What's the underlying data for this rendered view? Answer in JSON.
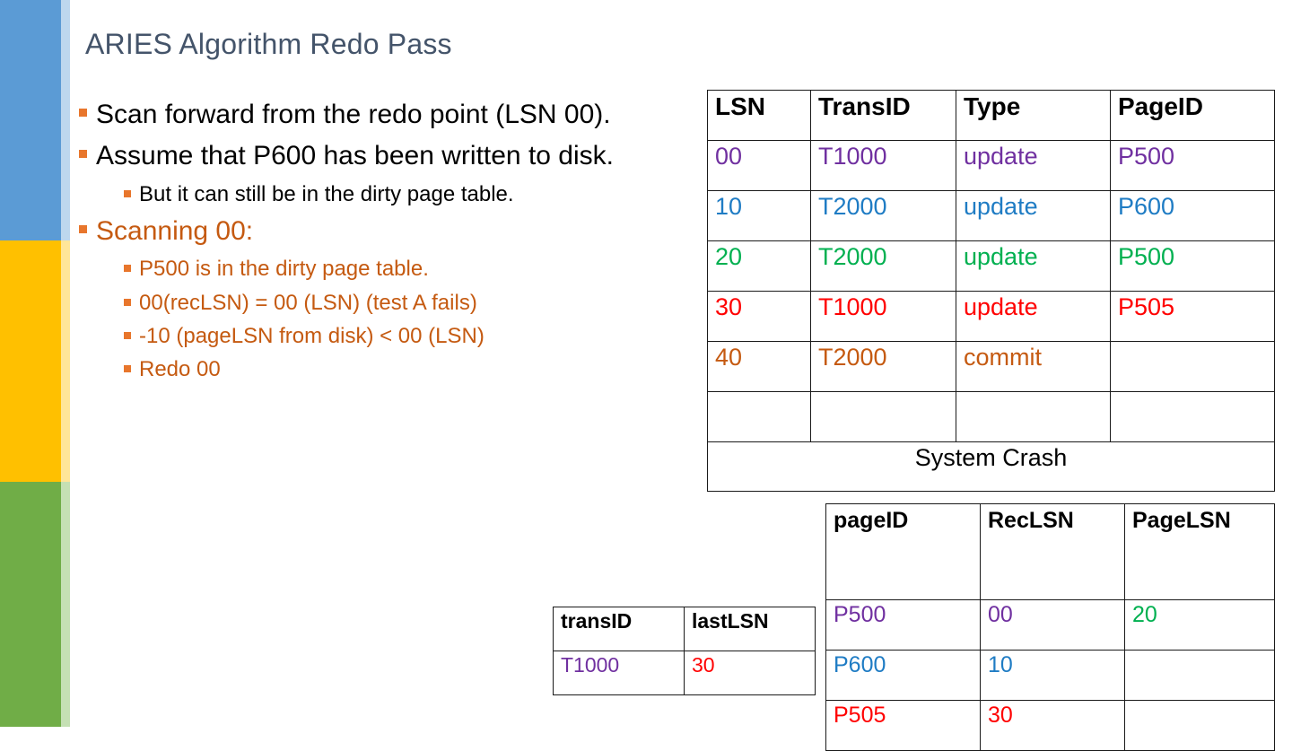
{
  "slide": {
    "title": "ARIES Algorithm Redo Pass",
    "title_color": "#44546A",
    "background": "#FFFFFF"
  },
  "sidebar": {
    "bands": [
      {
        "name": "blue",
        "color": "#5B9BD5",
        "tint": "#BDD7EE"
      },
      {
        "name": "yellow",
        "color": "#FFC000",
        "tint": "#FFE699"
      },
      {
        "name": "green",
        "color": "#70AD47",
        "tint": "#C5E0B4"
      }
    ]
  },
  "bullets": [
    {
      "level": 1,
      "text": "Scan forward from the redo point (LSN 00).",
      "color": "#000000"
    },
    {
      "level": 1,
      "text": "Assume that P600 has been written to disk.",
      "color": "#000000"
    },
    {
      "level": 2,
      "text": "But it can still be in the dirty page table.",
      "color": "#000000"
    },
    {
      "level": 1,
      "text": "Scanning 00:",
      "color": "#C55A11"
    },
    {
      "level": 2,
      "text": "P500 is in the dirty page table.",
      "color": "#C55A11"
    },
    {
      "level": 2,
      "text": "00(recLSN) = 00 (LSN) (test A fails)",
      "color": "#C55A11"
    },
    {
      "level": 2,
      "text": "-10 (pageLSN from disk) < 00 (LSN)",
      "color": "#C55A11"
    },
    {
      "level": 2,
      "text": "Redo 00",
      "color": "#C55A11"
    }
  ],
  "log_table": {
    "headers": [
      "LSN",
      "TransID",
      "Type",
      "PageID"
    ],
    "rows": [
      {
        "cells": [
          "00",
          "T1000",
          "update",
          "P500"
        ],
        "color": "#7030A0"
      },
      {
        "cells": [
          "10",
          "T2000",
          "update",
          "P600"
        ],
        "color": "#1F7CC4"
      },
      {
        "cells": [
          "20",
          "T2000",
          "update",
          "P500"
        ],
        "color": "#00B050"
      },
      {
        "cells": [
          "30",
          "T1000",
          "update",
          "P505"
        ],
        "color": "#FF0000"
      },
      {
        "cells": [
          "40",
          "T2000",
          "commit",
          ""
        ],
        "color": "#C55A11"
      },
      {
        "cells": [
          "",
          "",
          "",
          ""
        ],
        "color": "#000000"
      }
    ],
    "footer": "System Crash"
  },
  "trans_table": {
    "headers": [
      "transID",
      "lastLSN"
    ],
    "rows": [
      {
        "cells": [
          "T1000",
          "30"
        ],
        "cell_colors": [
          "#7030A0",
          "#FF0000"
        ]
      }
    ]
  },
  "dpt_table": {
    "headers": [
      "pageID",
      "RecLSN",
      "PageLSN"
    ],
    "rows": [
      {
        "cells": [
          "P500",
          "00",
          "20"
        ],
        "cell_colors": [
          "#7030A0",
          "#7030A0",
          "#00B050"
        ]
      },
      {
        "cells": [
          "P600",
          "10",
          ""
        ],
        "cell_colors": [
          "#1F7CC4",
          "#1F7CC4",
          "#000000"
        ]
      },
      {
        "cells": [
          "P505",
          "30",
          ""
        ],
        "cell_colors": [
          "#FF0000",
          "#FF0000",
          "#000000"
        ]
      }
    ]
  }
}
